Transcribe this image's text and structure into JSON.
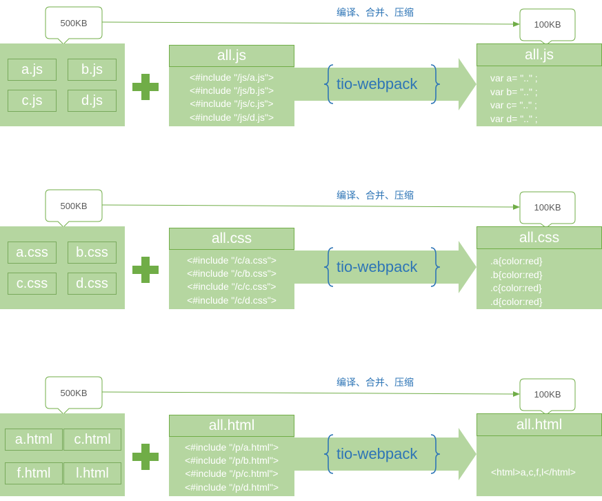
{
  "sections": [
    {
      "sources": [
        "a.js",
        "b.js",
        "c.js",
        "d.js"
      ],
      "source_size": "500KB",
      "flow_label": "编译、合并、压缩",
      "bundle_title": "all.js",
      "includes": [
        "<#include \"/js/a.js\">",
        "<#include \"/js/b.js\">",
        "<#include \"/js/c.js\">",
        "<#include \"/js/d.js\">"
      ],
      "tool": "tio-webpack",
      "output_title": "all.js",
      "output_size": "100KB",
      "output_lines": [
        "var a=    \"..\"  ;",
        "var b=    \"..\"  ;",
        "var c=    \"..\"  ;",
        "var d=    \"..\"  ;"
      ]
    },
    {
      "sources": [
        "a.css",
        "b.css",
        "c.css",
        "d.css"
      ],
      "source_size": "500KB",
      "flow_label": "编译、合并、压缩",
      "bundle_title": "all.css",
      "includes": [
        "<#include \"/c/a.css\">",
        "<#include \"/c/b.css\">",
        "<#include \"/c/c.css\">",
        "<#include \"/c/d.css\">"
      ],
      "tool": "tio-webpack",
      "output_title": "all.css",
      "output_size": "100KB",
      "output_lines": [
        ".a{color:red}",
        ".b{color:red}",
        ".c{color:red}",
        ".d{color:red}"
      ]
    },
    {
      "sources": [
        "a.html",
        "c.html",
        "f.html",
        "l.html"
      ],
      "source_size": "500KB",
      "flow_label": "编译、合并、压缩",
      "bundle_title": "all.html",
      "includes": [
        "<#include \"/p/a.html\">",
        "<#include \"/p/b.html\">",
        "<#include \"/p/c.html\">",
        "<#include \"/p/d.html\">"
      ],
      "tool": "tio-webpack",
      "output_title": "all.html",
      "output_size": "100KB",
      "output_lines": [
        "<html>a,c,f,l</html>"
      ]
    }
  ],
  "colors": {
    "panel": "#b5d6a0",
    "plus": "#70ad47",
    "arrow": "#b5d6a0",
    "flow_line": "#70ad47",
    "label_blue": "#2e75b6"
  }
}
